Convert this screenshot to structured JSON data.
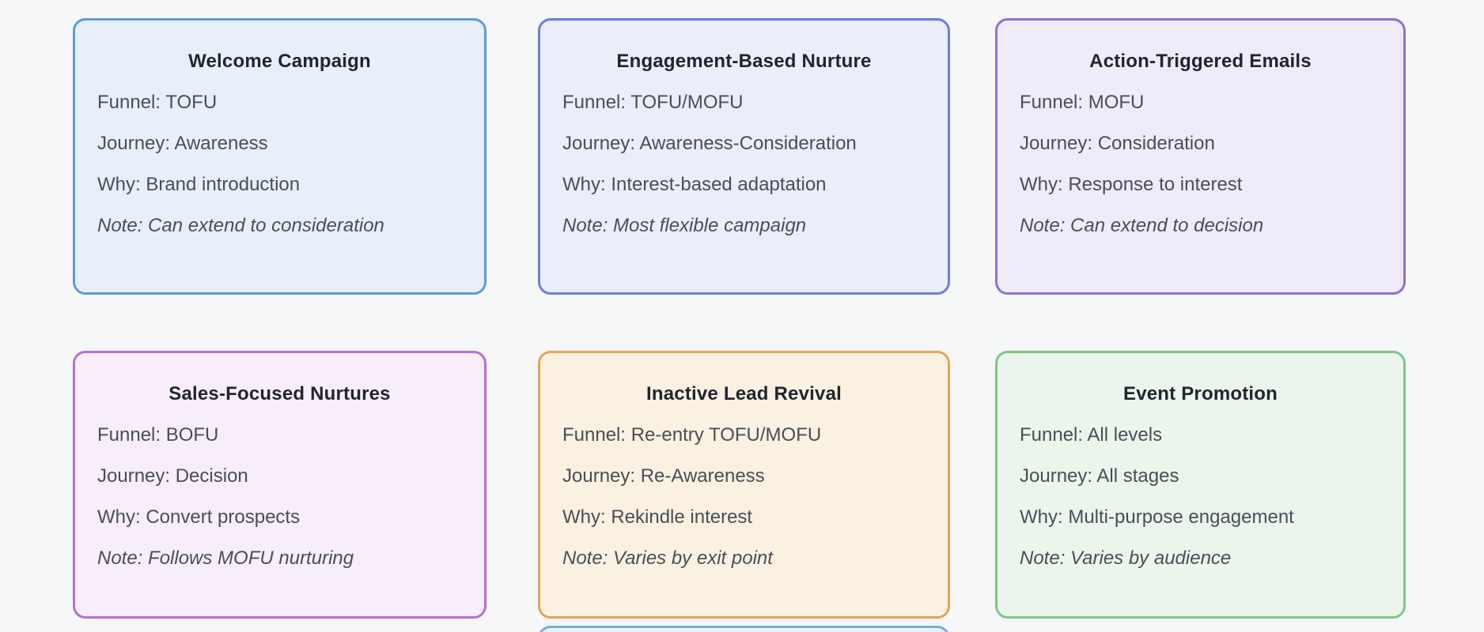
{
  "page": {
    "background_color": "#f6f7f9",
    "title_text_color": "#22252d",
    "body_text_color": "#494e57"
  },
  "cards": [
    {
      "title": "Welcome Campaign",
      "funnel": "Funnel: TOFU",
      "journey": "Journey: Awareness",
      "why": "Why: Brand introduction",
      "note": "Note: Can extend to consideration",
      "border_color": "#5c9cd6",
      "bg_color": "#e7f0f9"
    },
    {
      "title": "Engagement-Based Nurture",
      "funnel": "Funnel: TOFU/MOFU",
      "journey": "Journey: Awareness-Consideration",
      "why": "Why: Interest-based adaptation",
      "note": "Note: Most flexible campaign",
      "border_color": "#6b7fd7",
      "bg_color": "#ebedf8"
    },
    {
      "title": "Action-Triggered Emails",
      "funnel": "Funnel: MOFU",
      "journey": "Journey: Consideration",
      "why": "Why: Response to interest",
      "note": "Note: Can extend to decision",
      "border_color": "#8e70d6",
      "bg_color": "#efebf9"
    },
    {
      "title": "Sales-Focused Nurtures",
      "funnel": "Funnel: BOFU",
      "journey": "Journey: Decision",
      "why": "Why: Convert prospects",
      "note": "Note: Follows MOFU nurturing",
      "border_color": "#b76fd6",
      "bg_color": "#f7eefa"
    },
    {
      "title": "Inactive Lead Revival",
      "funnel": "Funnel: Re-entry TOFU/MOFU",
      "journey": "Journey: Re-Awareness",
      "why": "Why: Rekindle interest",
      "note": "Note: Varies by exit point",
      "border_color": "#e5a351",
      "bg_color": "#faf1e3"
    },
    {
      "title": "Event Promotion",
      "funnel": "Funnel: All levels",
      "journey": "Journey: All stages",
      "why": "Why: Multi-purpose engagement",
      "note": "Note: Varies by audience",
      "border_color": "#7dc884",
      "bg_color": "#ebf5ec"
    }
  ],
  "partial_card": {
    "border_color": "#74aee3",
    "bg_color": "#e9f1fa"
  }
}
